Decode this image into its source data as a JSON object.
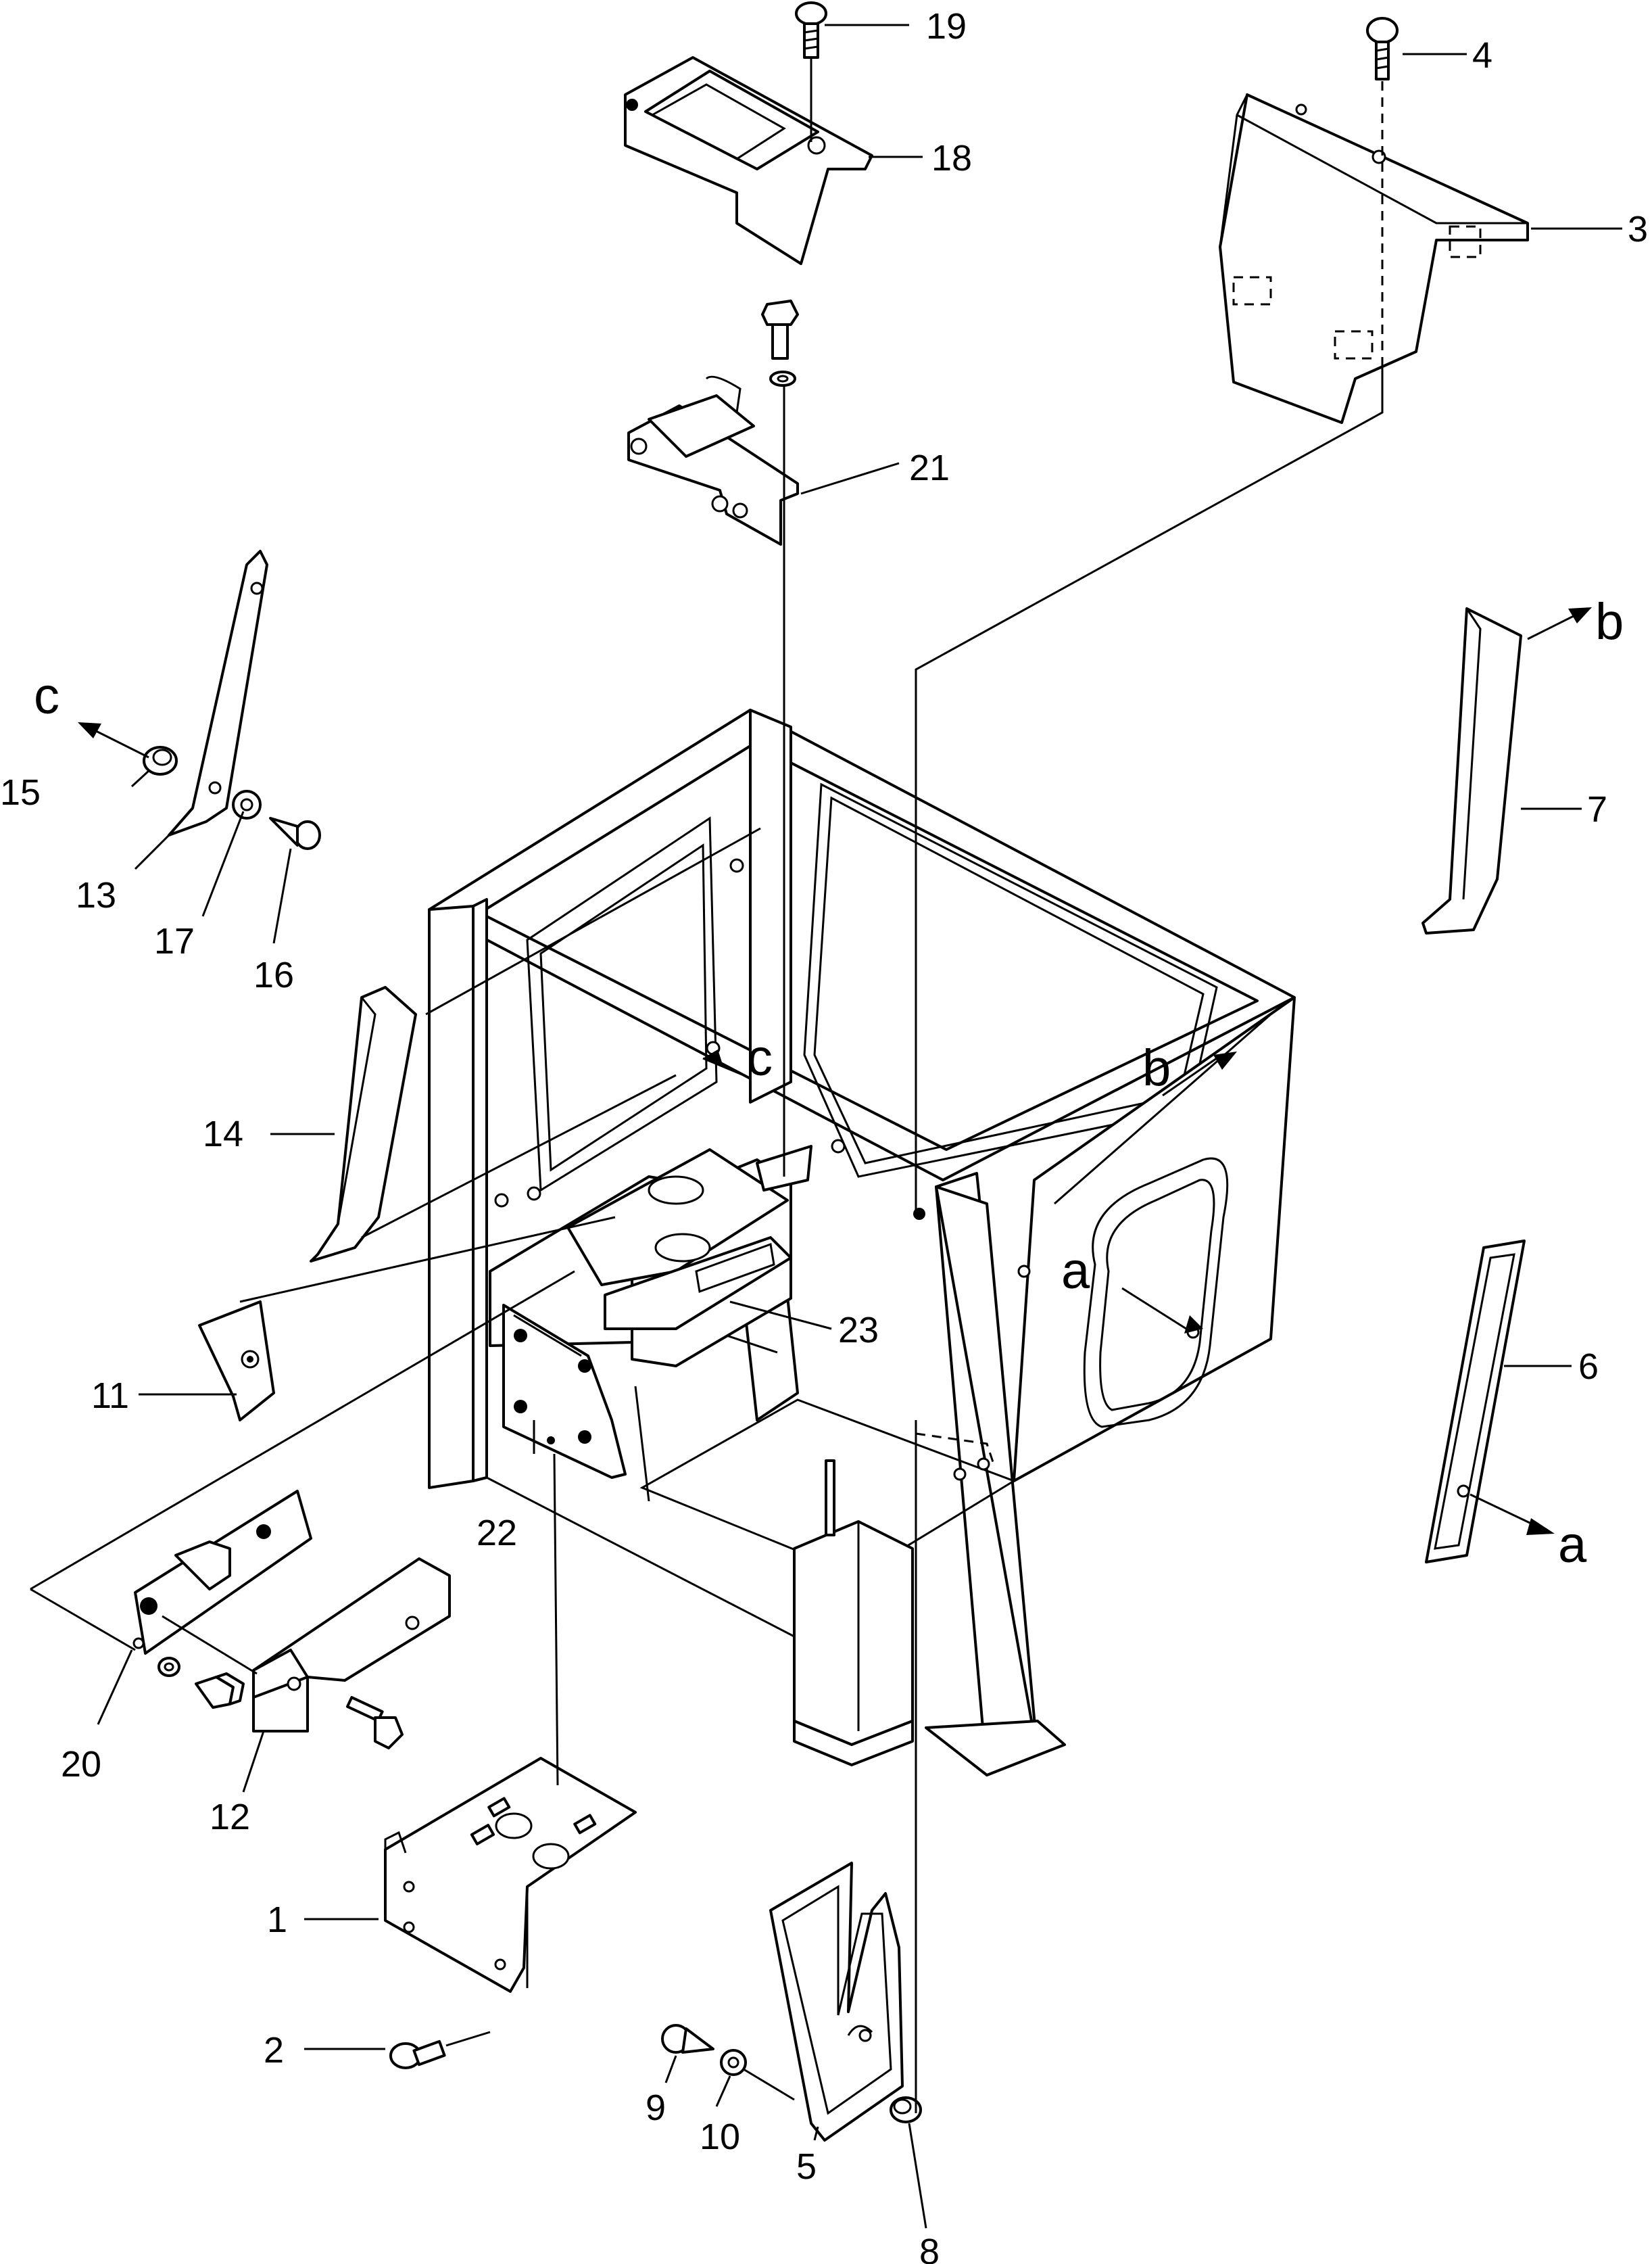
{
  "callouts": {
    "p1": "1",
    "p2": "2",
    "p3": "3",
    "p4": "4",
    "p5": "5",
    "p6": "6",
    "p7": "7",
    "p8": "8",
    "p9": "9",
    "p10": "10",
    "p11": "11",
    "p12": "12",
    "p13": "13",
    "p14": "14",
    "p15": "15",
    "p16": "16",
    "p17": "17",
    "p18": "18",
    "p19": "19",
    "p20": "20",
    "p21": "21",
    "p22": "22",
    "p23": "23"
  },
  "refs": {
    "a": "a",
    "b": "b",
    "c": "c"
  }
}
